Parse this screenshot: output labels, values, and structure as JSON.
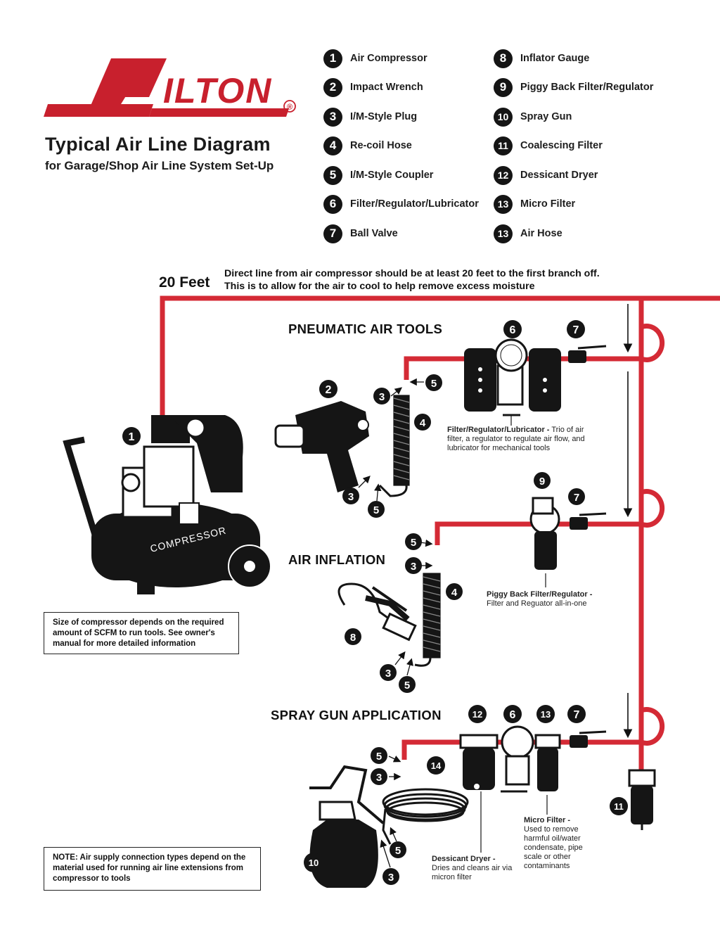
{
  "brand": {
    "logo_text": "MILTON",
    "registered_mark": "®",
    "title": "Typical Air Line Diagram",
    "subtitle": "for Garage/Shop Air Line System Set-Up"
  },
  "legend": [
    {
      "num": "1",
      "label": "Air Compressor"
    },
    {
      "num": "2",
      "label": "Impact Wrench"
    },
    {
      "num": "3",
      "label": "I/M-Style Plug"
    },
    {
      "num": "4",
      "label": "Re-coil Hose"
    },
    {
      "num": "5",
      "label": "I/M-Style Coupler"
    },
    {
      "num": "6",
      "label": "Filter/Regulator/Lubricator"
    },
    {
      "num": "7",
      "label": "Ball Valve"
    },
    {
      "num": "8",
      "label": "Inflator Gauge"
    },
    {
      "num": "9",
      "label": "Piggy Back Filter/Regulator"
    },
    {
      "num": "10",
      "label": "Spray Gun"
    },
    {
      "num": "11",
      "label": "Coalescing Filter"
    },
    {
      "num": "12",
      "label": "Dessicant Dryer"
    },
    {
      "num": "13",
      "label": "Micro Filter"
    },
    {
      "num": "13",
      "label": "Air Hose"
    }
  ],
  "header_note": {
    "feet": "20 Feet",
    "line1": "Direct line from air compressor should be at least 20 feet to the first branch off.",
    "line2": "This is to allow for the air to cool to help remove excess moisture"
  },
  "sections": {
    "pneumatic": "PNEUMATIC AIR TOOLS",
    "inflation": "AIR INFLATION",
    "spray": "SPRAY GUN APPLICATION"
  },
  "compressor_label": "COMPRESSOR",
  "descriptions": {
    "frl_title": "Filter/Regulator/Lubricator -",
    "frl_text": " Trio of air filter, a regulator to regulate air flow, and lubricator for mechanical tools",
    "piggy_title": "Piggy Back Filter/Regulator -",
    "piggy_text": "Filter and Reguator all-in-one",
    "micro_title": "Micro Filter -",
    "micro_text": "Used to remove harmful oil/water condensate, pipe scale or other contaminants",
    "dryer_title": "Dessicant Dryer -",
    "dryer_text": "Dries and cleans air via micron filter"
  },
  "notes": {
    "compressor_size": "Size of compressor depends on the required amount of SCFM to run tools.  See owner's manual for more detailed information",
    "supply": "NOTE: Air supply connection types depend on the material used for running air line extensions from compressor to tools"
  },
  "callouts": {
    "n1": "1",
    "n2": "2",
    "n3": "3",
    "n4": "4",
    "n5": "5",
    "n6": "6",
    "n7": "7",
    "n8": "8",
    "n9": "9",
    "n10": "10",
    "n11": "11",
    "n12": "12",
    "n13": "13",
    "n14": "14"
  },
  "colors": {
    "air_line": "#d42a35",
    "logo_red": "#c8202d",
    "ink": "#151515"
  }
}
